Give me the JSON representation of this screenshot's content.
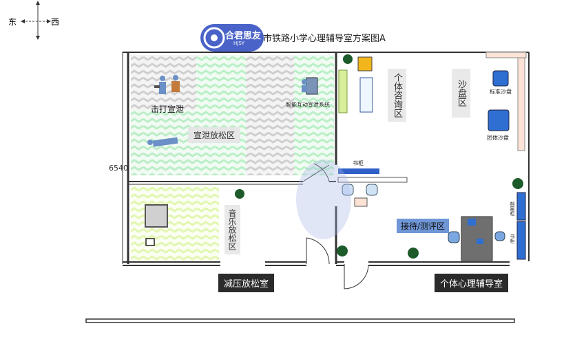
{
  "compass": {
    "east": "东",
    "west": "西"
  },
  "title": "市铁路小学心理辅导室方案图A",
  "logo": {
    "name": "合君思友",
    "sub": "HJSY"
  },
  "dimension": "6540",
  "left_room": {
    "label": "减压放松室",
    "zones": {
      "venting": "宣泄放松区",
      "hitting": "击打宣泄",
      "interactive": "智能互动宣泄系统",
      "music": "音乐放松区"
    }
  },
  "right_room": {
    "label": "个体心理辅导室",
    "zones": {
      "consult": "个体咨询区",
      "sandplay": "沙盘区",
      "standard_sand": "标准沙盘",
      "group_sand": "团体沙盘",
      "bookcase": "书柜",
      "reception": "接待/测评区",
      "archive": "档案柜",
      "bookcase2": "书柜"
    }
  },
  "colors": {
    "wall": "#3a3a3a",
    "green": "#b9f0c6",
    "lime": "#e3f7b8",
    "grey": "#d6d6d6",
    "blue": "#2f6fd1"
  }
}
